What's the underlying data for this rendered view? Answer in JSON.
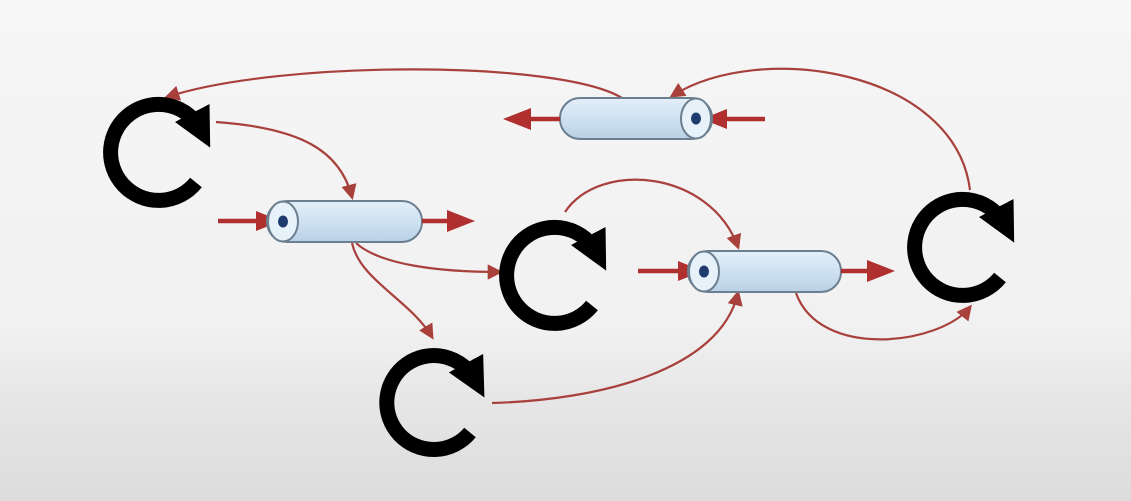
{
  "diagram": {
    "description_free": true,
    "colors": {
      "arrow": "#b0302f",
      "connector": "#a8403c",
      "tube_fill": "#cfe3f3",
      "tube_stroke": "#6b7f90",
      "tube_end": "#e6f1fa",
      "port": "#1d3b6f",
      "cycle_icon": "#000000"
    },
    "icons": {
      "process": "cycle-arrow-icon",
      "channel": "pipe-icon"
    },
    "processes": [
      "process-1",
      "process-2",
      "process-3",
      "process-4"
    ],
    "channels": [
      "channel-1",
      "channel-2",
      "channel-3"
    ]
  }
}
